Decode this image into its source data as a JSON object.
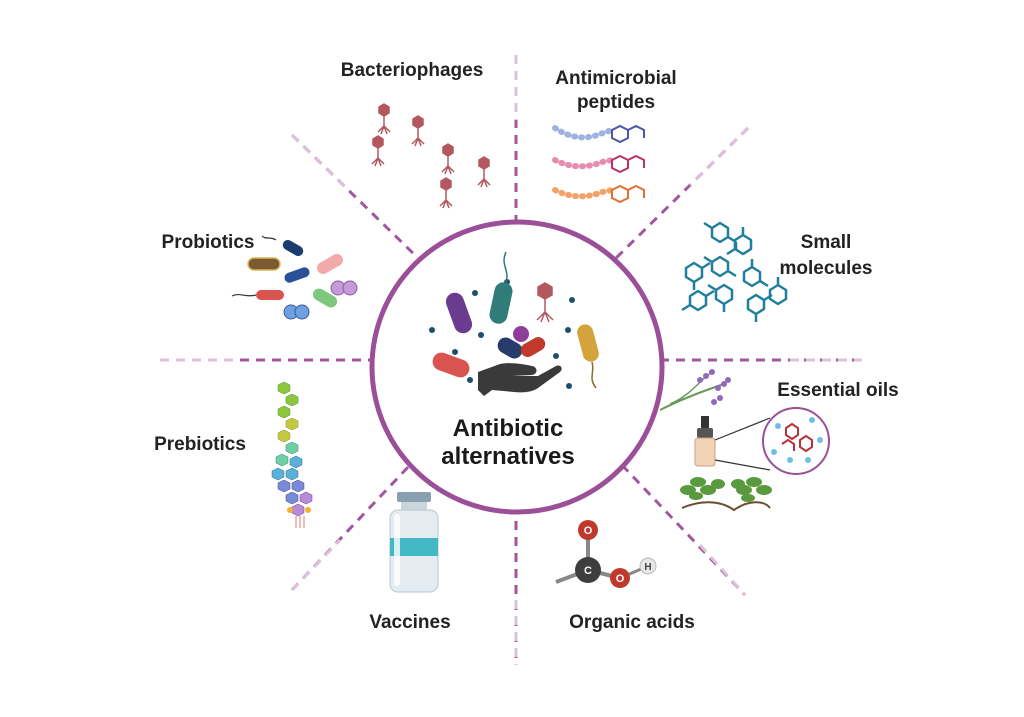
{
  "center": {
    "line1": "Antibiotic",
    "line2": "alternatives"
  },
  "categories": {
    "bacteriophages": "Bacteriophages",
    "amp_line1": "Antimicrobial",
    "amp_line2": "peptides",
    "small_line1": "Small",
    "small_line2": "molecules",
    "essential_oils": "Essential oils",
    "organic_acids": "Organic acids",
    "vaccines": "Vaccines",
    "prebiotics": "Prebiotics",
    "probiotics": "Probiotics"
  },
  "atoms": {
    "o1": "O",
    "c": "C",
    "o2": "O",
    "h": "H"
  },
  "colors": {
    "ring": "#9b4f98",
    "divider": "#a2569f",
    "divider_faint": "#dcc1db",
    "phage": "#b4585f",
    "small_molecule": "#1f7f9c",
    "essential_oil": "#b5333a"
  }
}
